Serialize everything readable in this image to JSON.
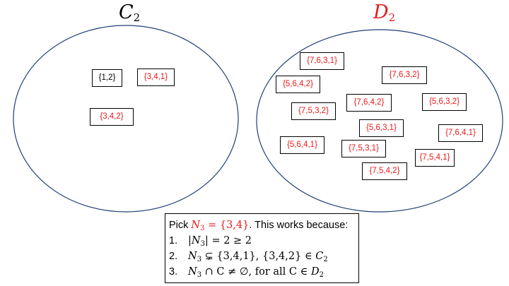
{
  "sets": {
    "left": {
      "label_letter": "C",
      "label_subscript": "2",
      "color": "#000000",
      "elements": [
        "{1,2}",
        "{3,4,1}",
        "{3,4,2}"
      ],
      "element_colors": [
        "#000000",
        "#e8191c",
        "#e8191c"
      ]
    },
    "right": {
      "label_letter": "D",
      "label_subscript": "2",
      "color": "#e8191c",
      "elements": [
        "{7,6,3,1}",
        "{5,6,4,2}",
        "{7,6,3,2}",
        "{7,5,3,2}",
        "{7,6,4,2}",
        "{5,6,3,2}",
        "{5,6,3,1}",
        "{7,6,4,1}",
        "{5,6,4,1}",
        "{7,5,3,1}",
        "{7,5,4,1}",
        "{7,5,4,2}"
      ],
      "element_color": "#e8191c"
    }
  },
  "proof": {
    "intro_prefix": "Pick ",
    "intro_var": "N",
    "intro_var_sub": "3",
    "intro_eq": " = {3,4}",
    "intro_suffix": ". This works because:",
    "items": [
      {
        "num": "1.",
        "var": "N",
        "var_sub": "3",
        "text": "| = 2 ≥ 2",
        "prefix": "|"
      },
      {
        "num": "2.",
        "var": "N",
        "var_sub": "3",
        "text": " ⊊ {3,4,1}, {3,4,2} ∈ ",
        "tail_letter": "C",
        "tail_sub": "2"
      },
      {
        "num": "3.",
        "var": "N",
        "var_sub": "3",
        "text": " ∩ C ≠ ∅, for all C ∈ ",
        "tail_letter": "D",
        "tail_sub": "2"
      }
    ]
  },
  "colors": {
    "accent_red": "#e8191c",
    "outline": "#1f3f78",
    "text": "#000000"
  }
}
